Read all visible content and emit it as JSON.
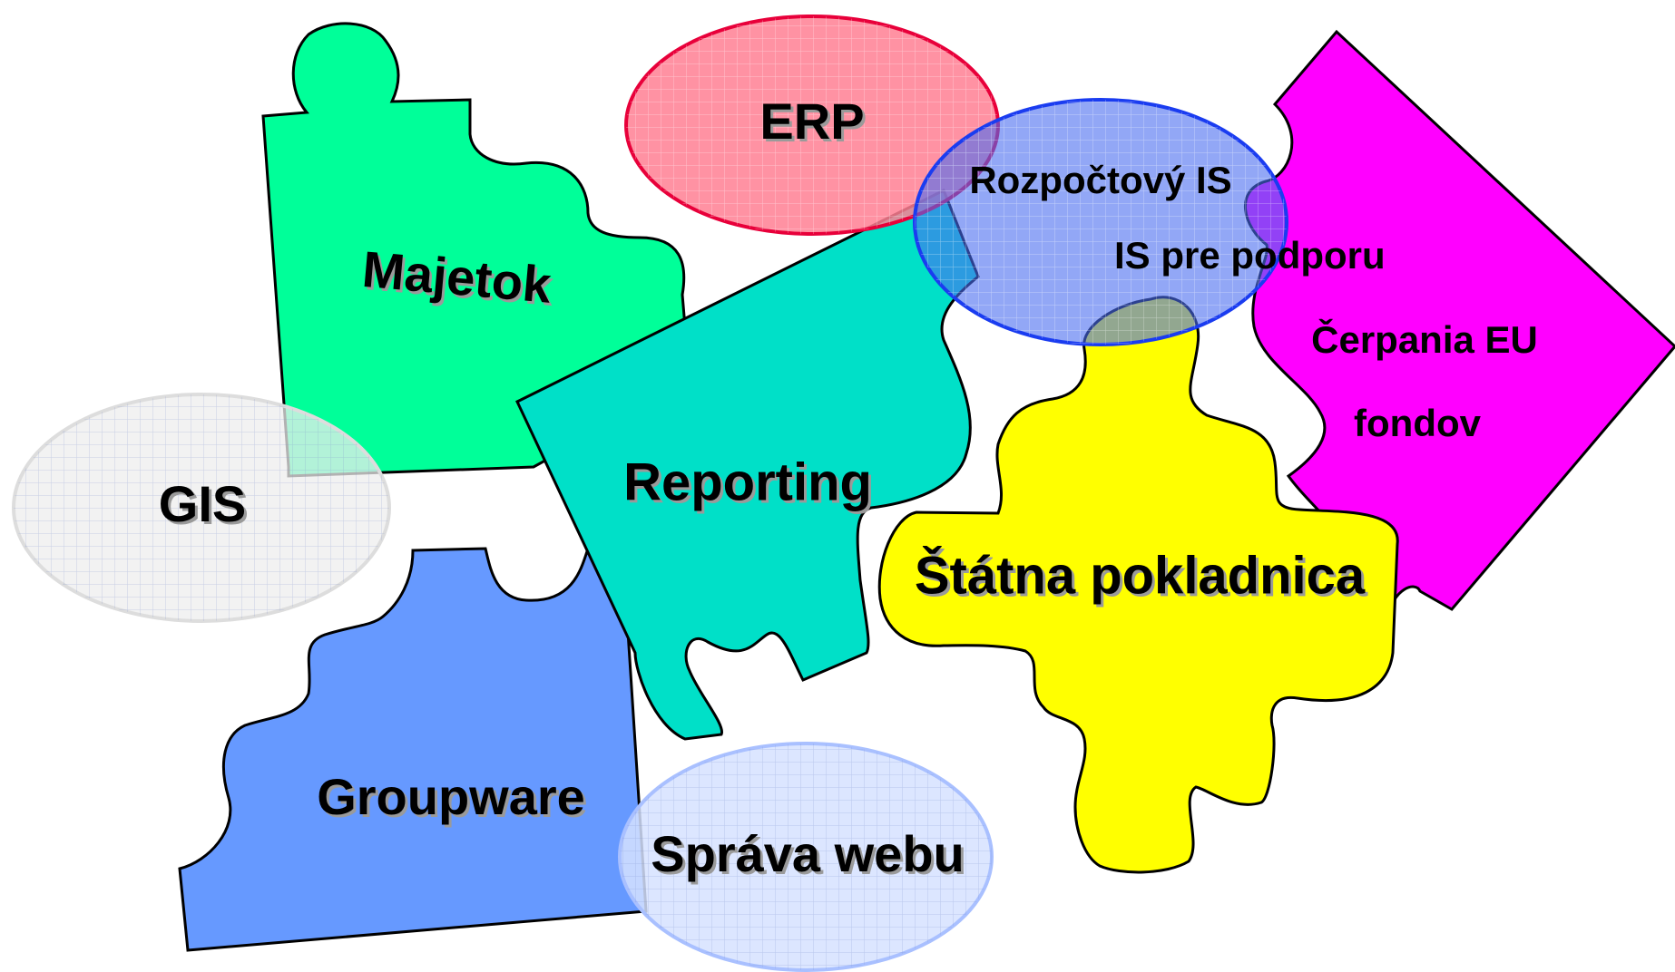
{
  "pieces": {
    "majetok": {
      "label": "Majetok",
      "color": "#00ff99"
    },
    "reporting": {
      "label": "Reporting",
      "color": "#00e0c8"
    },
    "groupware": {
      "label": "Groupware",
      "color": "#6699ff"
    },
    "statna_pokladnica": {
      "label": "Štátna pokladnica",
      "color": "#ffff00"
    },
    "is_eu": {
      "label_lines": [
        "IS  pre podporu",
        "Čerpania EU",
        "fondov"
      ],
      "color": "#ff00ff"
    }
  },
  "ellipses": {
    "erp": {
      "label": "ERP",
      "fill": "#ff7f93",
      "stroke": "#e8003a"
    },
    "rozpoctovy_is": {
      "label": "Rozpočtový IS",
      "fill": "#4a6cf0",
      "stroke": "#1a3cf0"
    },
    "gis": {
      "label": "GIS",
      "fill": "#eeeeee",
      "stroke": "#dddddd"
    },
    "sprava_webu": {
      "label": "Správa webu",
      "fill": "#d6e2ff",
      "stroke": "#a9c0ff"
    }
  }
}
